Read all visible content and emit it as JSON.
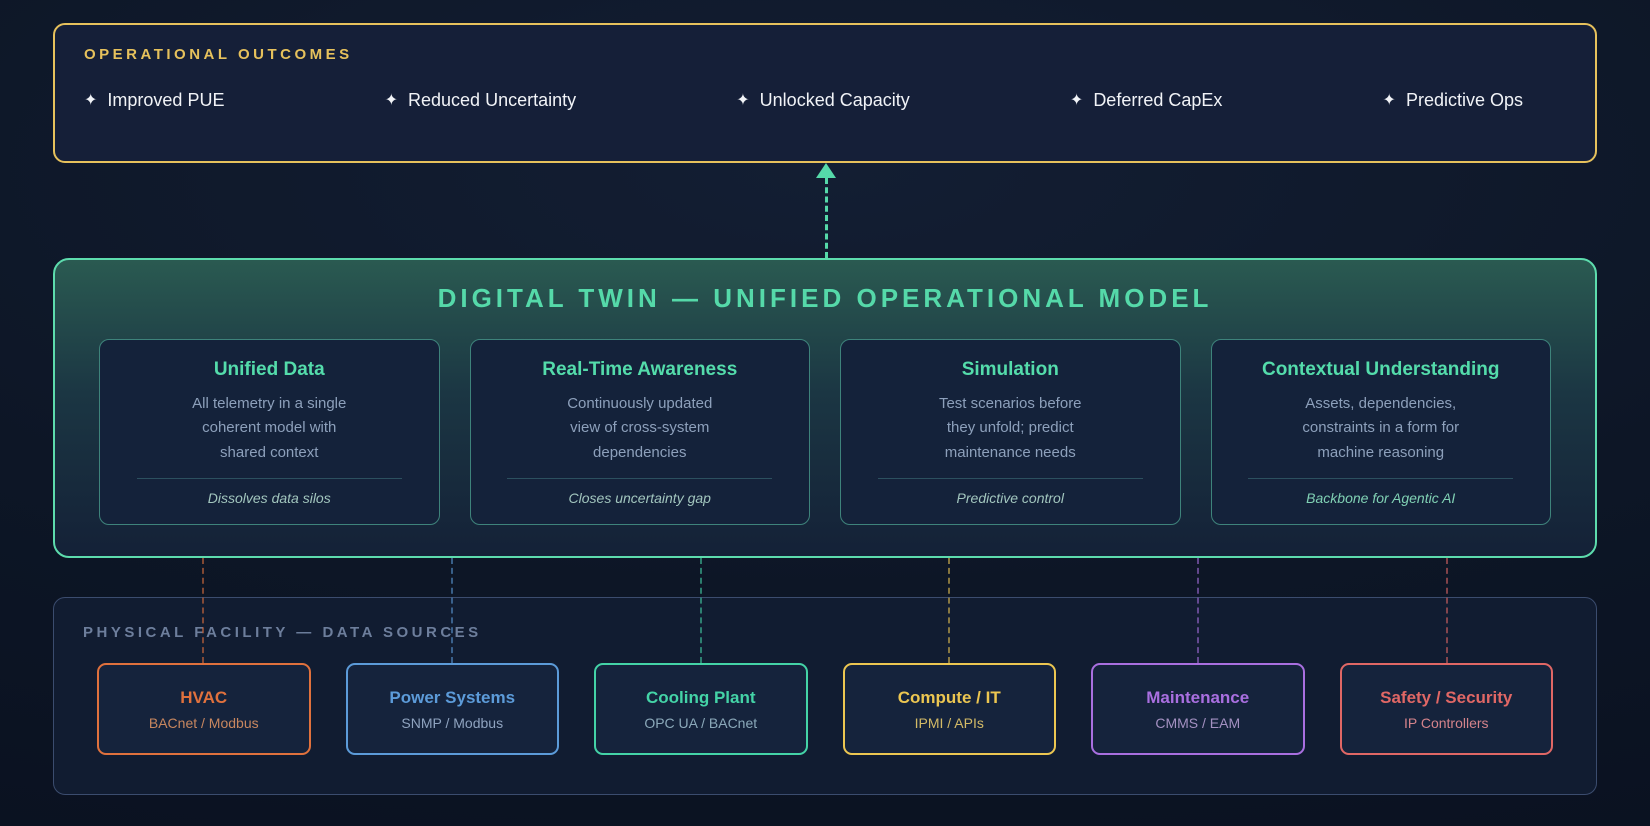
{
  "outcomes": {
    "label": "OPERATIONAL OUTCOMES",
    "bullet": "✦",
    "items": [
      "Improved PUE",
      "Reduced Uncertainty",
      "Unlocked Capacity",
      "Deferred CapEx",
      "Predictive Ops"
    ]
  },
  "digital_twin": {
    "title": "DIGITAL TWIN — UNIFIED OPERATIONAL MODEL",
    "cards": [
      {
        "title": "Unified Data",
        "body": "All telemetry in a single\ncoherent model with\nshared context",
        "footer": "Dissolves data silos",
        "footer_color": "#a2c6be"
      },
      {
        "title": "Real-Time Awareness",
        "body": "Continuously updated\nview of cross-system\ndependencies",
        "footer": "Closes uncertainty gap",
        "footer_color": "#a2c6be"
      },
      {
        "title": "Simulation",
        "body": "Test scenarios before\nthey unfold; predict\nmaintenance needs",
        "footer": "Predictive control",
        "footer_color": "#a2c6be"
      },
      {
        "title": "Contextual Understanding",
        "body": "Assets, dependencies,\nconstraints in a form for\nmachine reasoning",
        "footer": "Backbone for Agentic AI",
        "footer_color": "#80d1b4"
      }
    ]
  },
  "data_sources": {
    "label": "PHYSICAL FACILITY — DATA SOURCES",
    "cards": [
      {
        "title": "HVAC",
        "subtitle": "BACnet / Modbus",
        "accent": "#e0713d",
        "subtitle_color": "#c8875f"
      },
      {
        "title": "Power Systems",
        "subtitle": "SNMP / Modbus",
        "accent": "#5c9bd9",
        "subtitle_color": "#8fa3bf"
      },
      {
        "title": "Cooling Plant",
        "subtitle": "OPC UA / BACnet",
        "accent": "#44d3a7",
        "subtitle_color": "#8ba9ba"
      },
      {
        "title": "Compute / IT",
        "subtitle": "IPMI / APIs",
        "accent": "#ecc651",
        "subtitle_color": "#d3ba66"
      },
      {
        "title": "Maintenance",
        "subtitle": "CMMS / EAM",
        "accent": "#a96fe0",
        "subtitle_color": "#a491c2"
      },
      {
        "title": "Safety / Security",
        "subtitle": "IP Controllers",
        "accent": "#e06765",
        "subtitle_color": "#d4838b"
      }
    ]
  },
  "colors": {
    "outcomes_accent": "#e6c15c",
    "twin_accent": "#55d9a9",
    "twin_border": "#5ddcad",
    "sources_border": "#3b4c6e"
  }
}
